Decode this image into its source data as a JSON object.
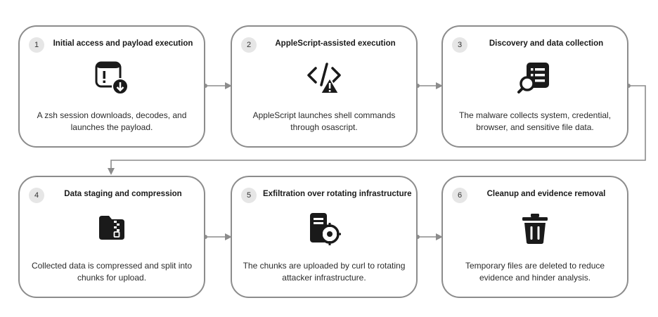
{
  "steps": [
    {
      "number": "1",
      "title": "Initial access and payload execution",
      "icon": "download-window-icon",
      "desc": "A zsh session downloads, decodes, and launches the payload."
    },
    {
      "number": "2",
      "title": "AppleScript-assisted execution",
      "icon": "code-warning-icon",
      "desc": "AppleScript launches shell commands through osascript."
    },
    {
      "number": "3",
      "title": "Discovery and data collection",
      "icon": "search-list-icon",
      "desc": "The malware collects system, credential, browser, and sensitive file data."
    },
    {
      "number": "4",
      "title": "Data staging and compression",
      "icon": "zip-folder-icon",
      "desc": "Collected data is compressed and split into chunks for upload."
    },
    {
      "number": "5",
      "title": "Exfiltration over rotating infrastructure",
      "icon": "server-target-icon",
      "desc": "The chunks are uploaded by curl to rotating attacker infrastructure."
    },
    {
      "number": "6",
      "title": "Cleanup and evidence removal",
      "icon": "trash-icon",
      "desc": "Temporary files are deleted to reduce evidence and hinder analysis."
    }
  ],
  "colors": {
    "border": "#8c8c8c",
    "connector": "#8c8c8c",
    "icon": "#1a1a1a",
    "badge": "#e6e6e6"
  }
}
